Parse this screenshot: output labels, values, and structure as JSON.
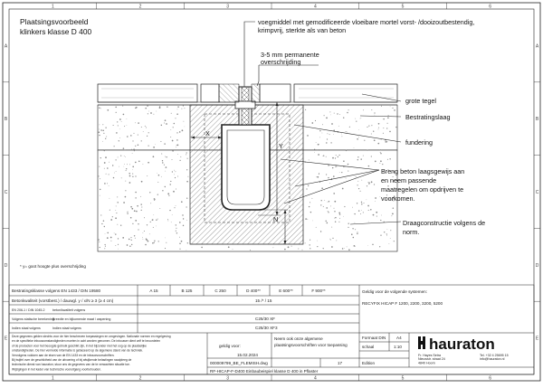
{
  "drawing": {
    "title_line1": "Plaatsingsvoorbeeld",
    "title_line2": "klinkers klasse D 400",
    "labels": {
      "voegmiddel": "voegmiddel met gemodificeerde vloeibare mortel vorst- /dooizoutbestendig,",
      "voegmiddel2": "krimpvrij, sterkte als van beton",
      "overschrijding1": "3-5 mm permanente",
      "overschrijding2": "overschrijding",
      "tegel": "grote tegel",
      "bestratingslaag": "Bestratingslaag",
      "fundering": "fundering",
      "breng1": "Breng beton laagsgewijs aan",
      "breng2": "en neem passende",
      "breng3": "maatregelen om opdrijven te",
      "breng4": "voorkomen.",
      "draag1": "Draagconstructie volgens de",
      "draag2": "norm.",
      "dim_x": "X",
      "dim_y": "Y",
      "dim_n": "N"
    },
    "footnote": "* y= goot hoogte plus overschrijding",
    "grid_cols": [
      "1",
      "2",
      "3",
      "4",
      "5",
      "6"
    ],
    "grid_rows": [
      "A",
      "B",
      "C",
      "D",
      "E"
    ]
  },
  "title_block": {
    "row1_label": "Bestratingsklasse volgens EN 1433 / DIN 19580",
    "classes": [
      "A 15",
      "B 125",
      "C 250",
      "D 400**",
      "E 600**",
      "F 900**"
    ],
    "row2_label": "Betonkwaliteit (vorstbest.) / dauwgl.   y / x/N ≥ 3 (≥ 4 cm)",
    "row2_value": "15 /* / 15",
    "row3a_label": "EN 206-1 / DIN 1045-2",
    "row3a_value": "beton/kwaliteit volgens",
    "row4_label": "Volgens statische berekening",
    "row4_value": "Breedte en bijkomende maat / wapening",
    "row4_class": "C25/30 XF",
    "row5_label": "Indien staal volgens",
    "row5_class": "C25/30 XF3",
    "row5_value": "Indien staal volgens",
    "notice_lines": [
      "Deze gegevens gelden slechts voor de hier beschreven toepassingen en omgevingen. Nationale normen en regelgeving",
      "en de specifieke inbouwomstandigheden moeten in acht worden genomen. De inbouwer dient zelf te beoordelen",
      "of de producten voor het beoogde gebruik geschikt zijn, in het bijzonder met het oog op de plaatselijke",
      "omstandigheden. De hier vermelde informatie is gebaseerd op de algemene stand van de techniek.",
      "Vervolgens voldoen aan de eisen van de EN 1433 en de inbouwvoorschriften.",
      "Bij twijfel over de geschiktheid van de uitvoering of bij afwijkende belastingen raadpleeg de",
      "technische dienst van hauraton; stuur ons de gegevens van de te verwachten situatie toe.",
      "Wijzigingen in het kader van technische vooruitgang voorbehouden."
    ],
    "geldig_label": "geldig voor:",
    "geldig_date": "15.02.2024",
    "doc_number": "000009799_BE_FLEMISH.dwg",
    "instruction1": "Neem ook onze algemene",
    "instruction2": "plaatsingsvoorschriften voor toepassing",
    "page_number": "17",
    "series_label": "Geldig voor de volgende systemen:",
    "series_value": "RECYFIX HICAP F 1200, 2200, 3200, 5200",
    "format_label": "Formaat DIN",
    "format_value": "A4",
    "schaal_label": "schaal",
    "schaal_value": "1:10",
    "lang_label": "Edition",
    "footer_title": "RF-HICAP-F-D400 Einbaubeispiel klasse D 400 in Pflaster",
    "company_name": "hauraton",
    "company_lines": [
      "Fr. Hayes Setra",
      "Nieuwstr. straat 24",
      "4840 Hoorn"
    ],
    "company_contact": [
      "Tel. +32 4 25695 15",
      "info@hauraton.nl"
    ]
  },
  "colors": {
    "line": "#1a1a1a",
    "hatch": "#555555",
    "speckle": "#8a8a8a",
    "white": "#ffffff"
  }
}
